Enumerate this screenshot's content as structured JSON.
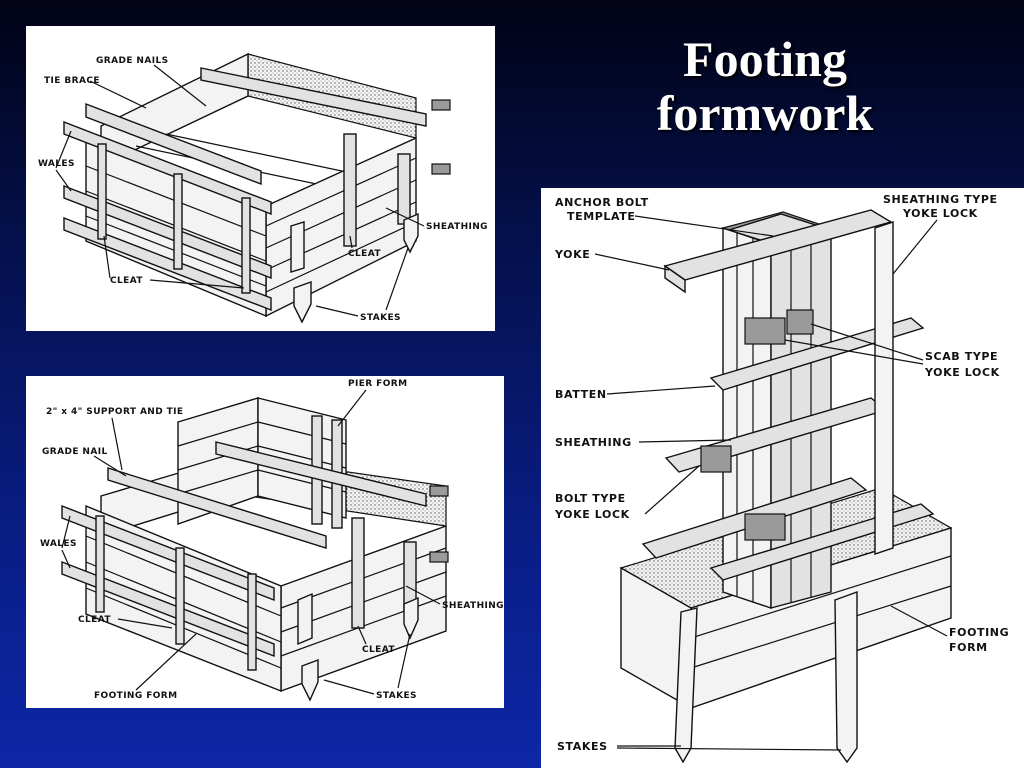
{
  "slide": {
    "title_line1": "Footing",
    "title_line2": "formwork"
  },
  "figure1": {
    "labels": {
      "grade_nails": "GRADE NAILS",
      "tie_brace": "TIE BRACE",
      "wales": "WALES",
      "cleat_left": "CLEAT",
      "cleat_right": "CLEAT",
      "sheathing": "SHEATHING",
      "stakes": "STAKES"
    }
  },
  "figure2": {
    "labels": {
      "pier_form": "PIER FORM",
      "support_tie": "2\" x 4\" SUPPORT AND TIE",
      "grade_nail": "GRADE NAIL",
      "wales": "WALES",
      "cleat_left": "CLEAT",
      "cleat_right": "CLEAT",
      "sheathing": "SHEATHING",
      "footing_form": "FOOTING FORM",
      "stakes": "STAKES"
    }
  },
  "figure3": {
    "labels": {
      "anchor_bolt_1": "ANCHOR BOLT",
      "anchor_bolt_2": "TEMPLATE",
      "yoke": "YOKE",
      "sheathing_type_1": "SHEATHING TYPE",
      "sheathing_type_2": "YOKE LOCK",
      "scab_1": "SCAB TYPE",
      "scab_2": "YOKE LOCK",
      "batten": "BATTEN",
      "sheathing": "SHEATHING",
      "bolt_type_1": "BOLT TYPE",
      "bolt_type_2": "YOKE LOCK",
      "footing_form_1": "FOOTING",
      "footing_form_2": "FORM",
      "stakes": "STAKES"
    }
  }
}
